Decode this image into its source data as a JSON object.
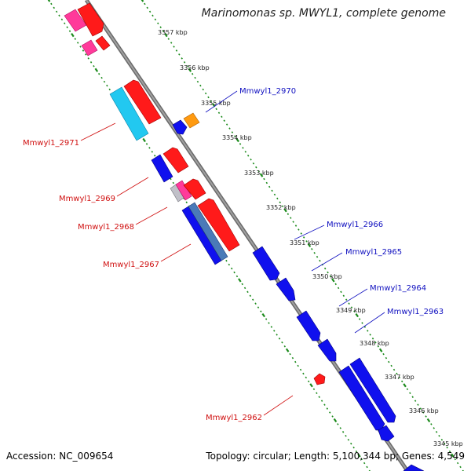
{
  "title": "Marinomonas sp. MWYL1, complete genome",
  "footer": {
    "accession": "Accession: NC_009654",
    "summary": "Topology: circular; Length: 5,100,344 bp; Genes: 4,549"
  },
  "colors": {
    "backbone": "#808080",
    "scale_dots": "#1a8a1a",
    "forward_label": "#1010c0",
    "reverse_label": "#d01010",
    "gene_red": "#ff1a1a",
    "gene_pink": "#ff3a9a",
    "gene_cyan": "#22c8f0",
    "gene_blue": "#1010ee",
    "gene_steelblue": "#4a7ab8",
    "gene_grey": "#c0c0c8",
    "gene_orange": "#ff9a10"
  },
  "ticks": [
    "3357 kbp",
    "3356 kbp",
    "3355 kbp",
    "3354 kbp",
    "3353 kbp",
    "3352 kbp",
    "3351 kbp",
    "3350 kbp",
    "3349 kbp",
    "3348 kbp",
    "3347 kbp",
    "3346 kbp",
    "3345 kbp"
  ],
  "forward_labels": [
    "Mmwyl1_2970",
    "Mmwyl1_2966",
    "Mmwyl1_2965",
    "Mmwyl1_2964",
    "Mmwyl1_2963"
  ],
  "reverse_labels": [
    "Mmwyl1_2971",
    "Mmwyl1_2969",
    "Mmwyl1_2968",
    "Mmwyl1_2967",
    "Mmwyl1_2962"
  ]
}
